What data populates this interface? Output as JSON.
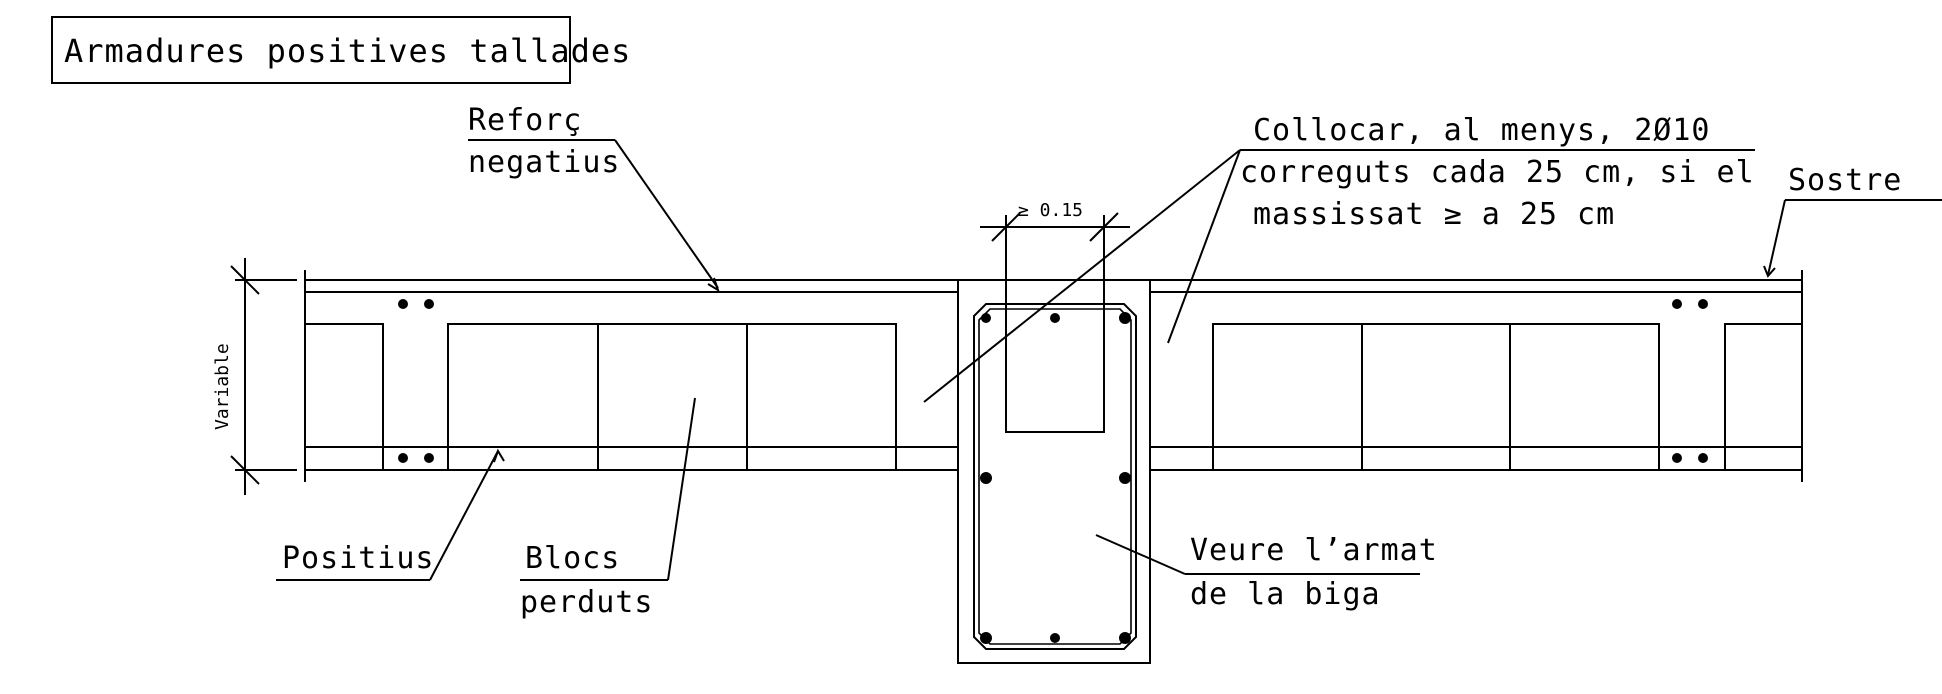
{
  "title": "Armadures positives tallades",
  "labels": {
    "reforc_line1": "Reforç",
    "reforc_line2": "negatius",
    "collocar_line1": "Collocar, al menys, 2Ø10",
    "collocar_line2": "correguts cada 25 cm, si el",
    "collocar_line3": "massissat ≥ a 25 cm",
    "sostre": "Sostre",
    "dimension": "≥ 0.15",
    "variable": "Variable",
    "positius": "Positius",
    "blocs_line1": "Blocs",
    "blocs_line2": "perduts",
    "veure_line1": "Veure l’armat",
    "veure_line2": "de la biga"
  }
}
